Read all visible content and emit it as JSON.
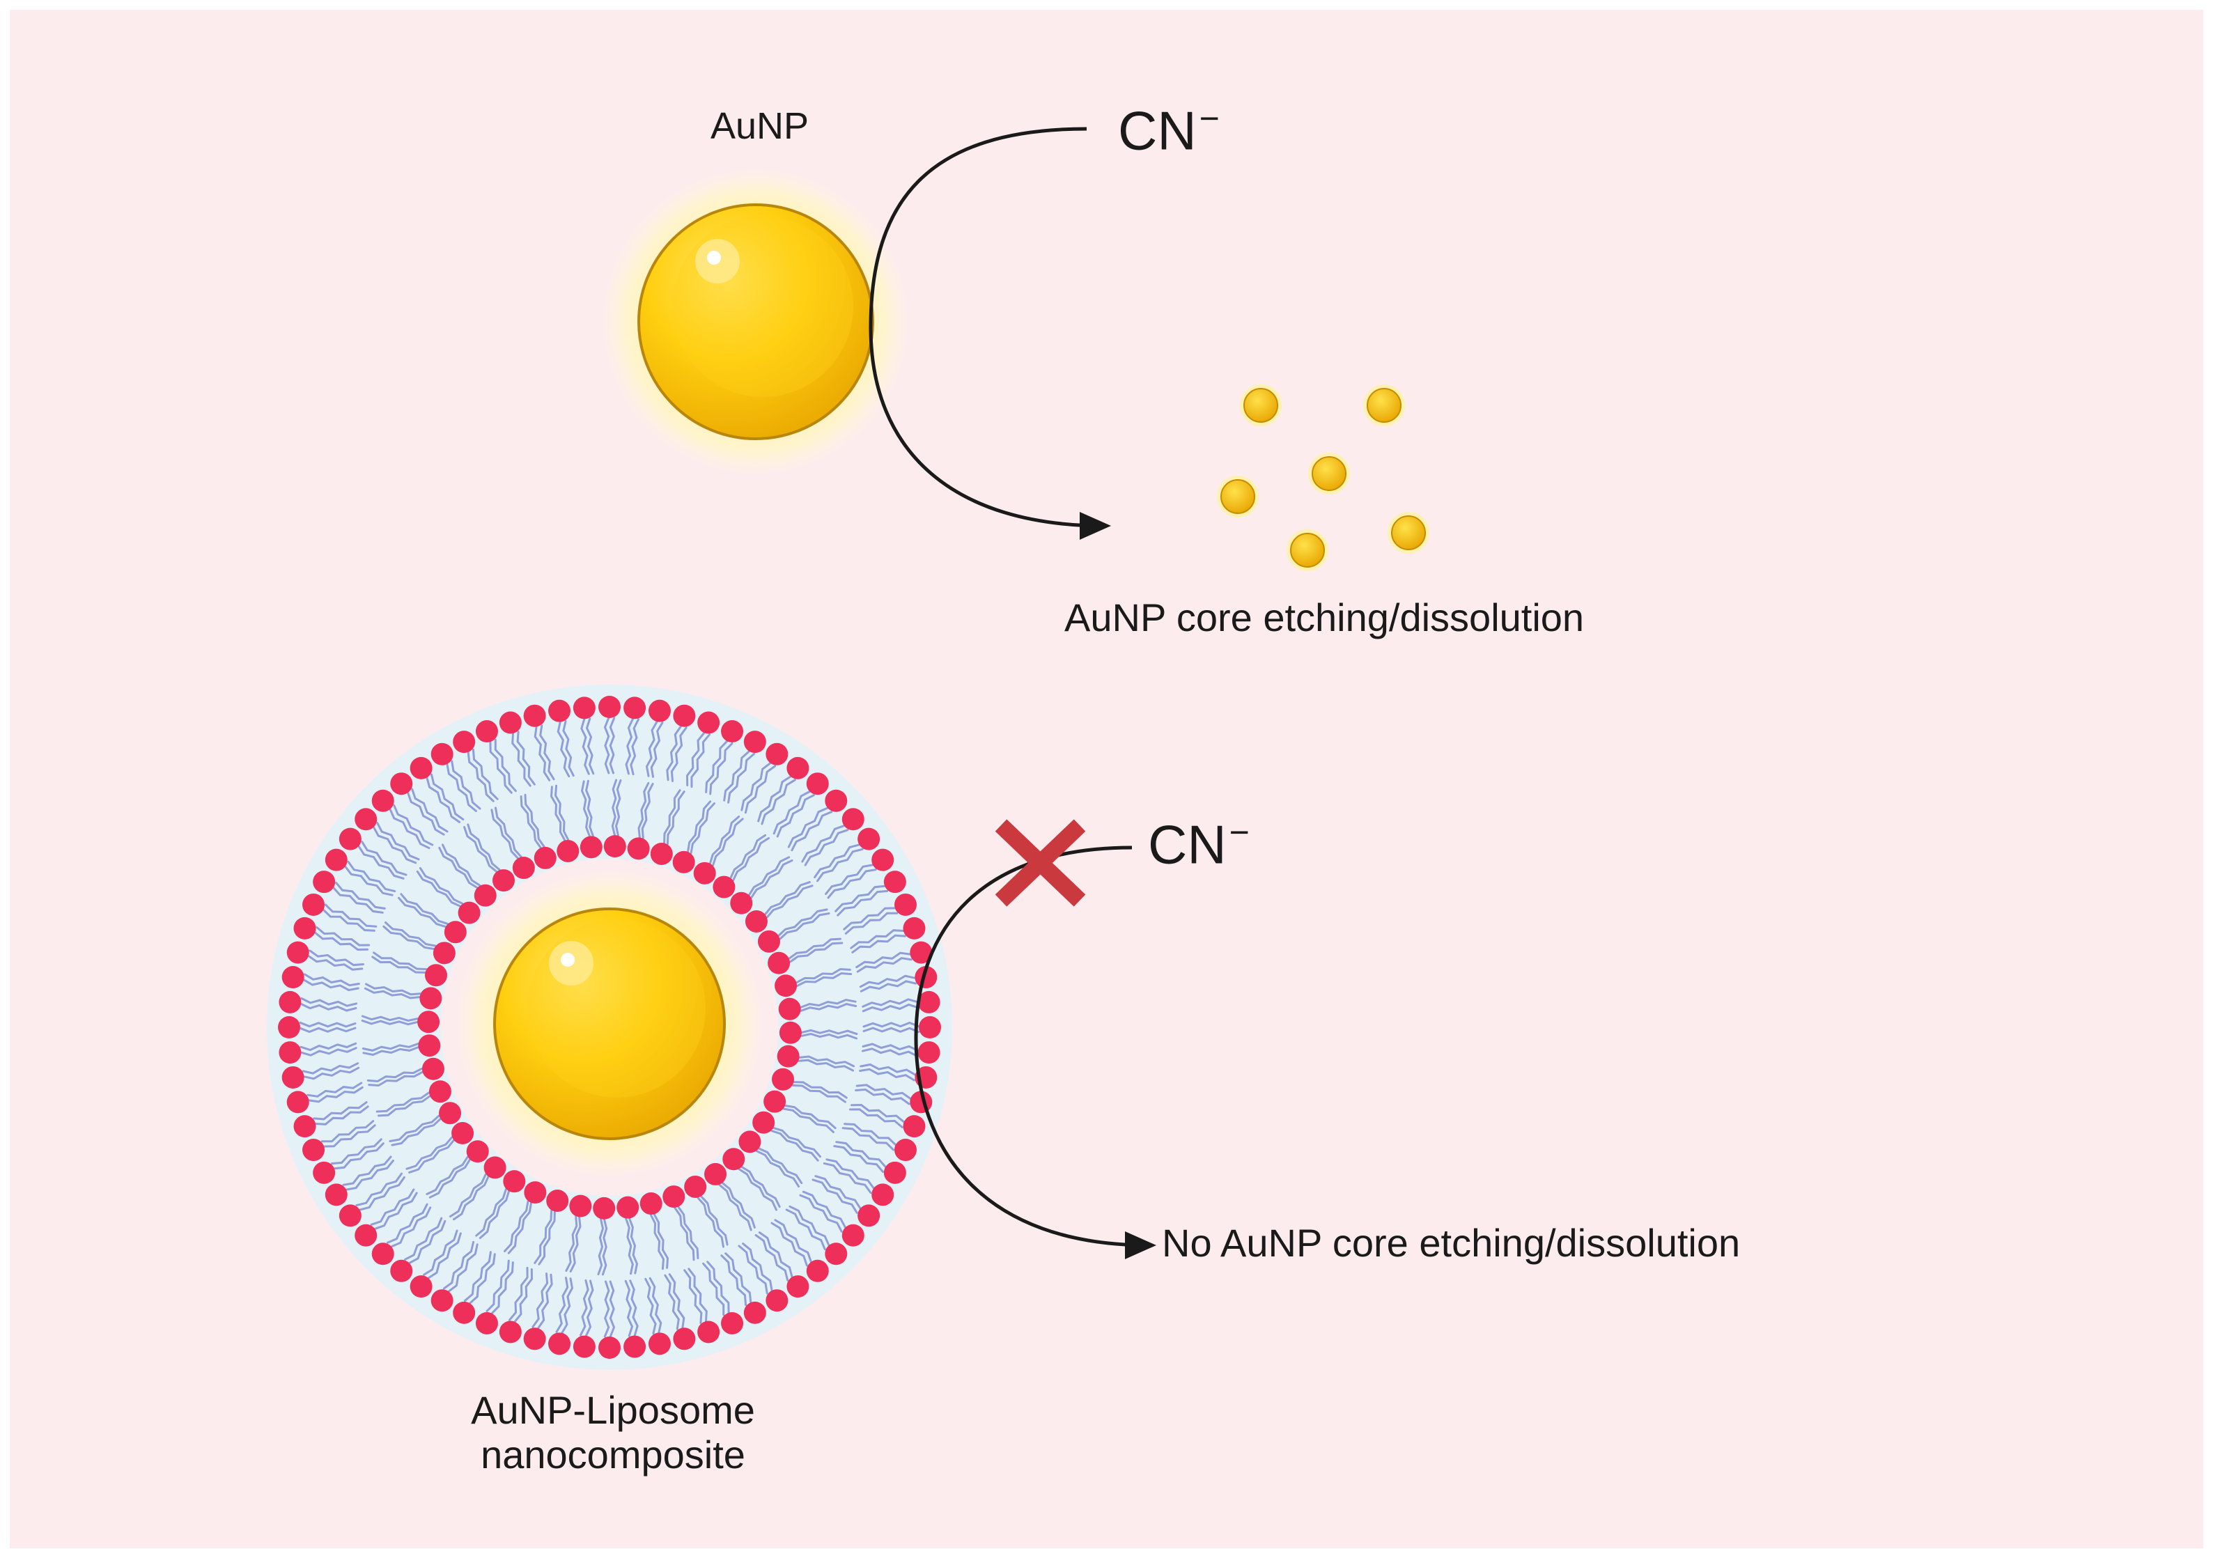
{
  "labels": {
    "aunp": "AuNP",
    "cn_top": "CN",
    "cn_bottom": "CN",
    "cn_charge": "−",
    "etching": "AuNP core etching/dissolution",
    "no_etching": "No AuNP core etching/dissolution",
    "liposome_line1": "AuNP-Liposome",
    "liposome_line2": "nanocomposite"
  },
  "icons": {
    "gold_particle": "gold-nanoparticle-icon",
    "small_particles": "dissolved-gold-fragment-icon",
    "blocked": "red-x-icon",
    "arrow": "curved-arrow-icon"
  },
  "colors": {
    "panel_background": "#fdeced",
    "gold": "#f5b800",
    "gold_outline": "#b8860b",
    "glow": "#fff3b0",
    "lipid_head": "#ee2f5a",
    "lipid_tail": "#8f9ed9",
    "bilayer_fill": "#e4f2f7",
    "x_mark": "#c9393d",
    "arrow": "#1a1a1a"
  }
}
